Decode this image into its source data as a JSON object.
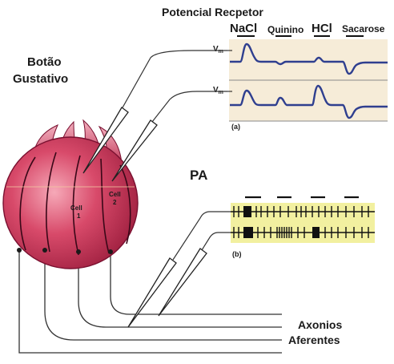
{
  "labels": {
    "receptor_title": "Potencial Recpetor",
    "bud_title_line1": "Botão",
    "bud_title_line2": "Gustativo",
    "cell1_line1": "Cell",
    "cell1_line2": "1",
    "cell2_line1": "Cell",
    "cell2_line2": "2",
    "pa": "PA",
    "panel_a": "(a)",
    "panel_b": "(b)",
    "axons_line1": "Axonios",
    "axons_line2": "Aferentes",
    "vm": "V",
    "vm_sub": "m"
  },
  "stimuli": [
    "NaCl",
    "Quinino",
    "HCl",
    "Sacarose"
  ],
  "colors": {
    "bud": "#c8385a",
    "bud_light": "#f08aa0",
    "panel_a_bg": "#f6ecd8",
    "panel_b_bg": "#f2f0a0",
    "trace": "#2f3f8f",
    "spike": "#1a1a1a"
  }
}
